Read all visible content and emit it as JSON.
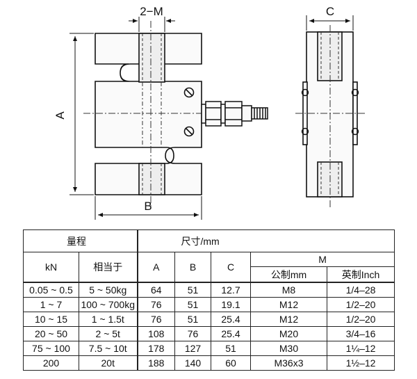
{
  "drawing": {
    "labels": {
      "A": "A",
      "B": "B",
      "C": "C",
      "M": "2−M"
    },
    "body_fill": "#fafafa",
    "line_color": "#111111"
  },
  "table": {
    "group_range": "量程",
    "group_size": "尺寸/mm",
    "col_kn": "kN",
    "col_equiv": "相当于",
    "col_a": "A",
    "col_b": "B",
    "col_c": "C",
    "col_m": "M",
    "col_metric": "公制mm",
    "col_imperial": "英制Inch",
    "rows": [
      [
        "0.05 ~ 0.5",
        "5 ~ 50kg",
        "64",
        "51",
        "12.7",
        "M8",
        "1/4–28"
      ],
      [
        "1 ~ 7",
        "100 ~ 700kg",
        "76",
        "51",
        "19.1",
        "M12",
        "1/2–20"
      ],
      [
        "10 ~ 15",
        "1 ~ 1.5t",
        "76",
        "51",
        "25.4",
        "M12",
        "1/2–20"
      ],
      [
        "20 ~ 50",
        "2 ~ 5t",
        "108",
        "76",
        "25.4",
        "M20",
        "3/4–16"
      ],
      [
        "75 ~ 100",
        "7.5 ~ 10t",
        "178",
        "127",
        "51",
        "M30",
        "1¼–12"
      ],
      [
        "200",
        "20t",
        "188",
        "140",
        "60",
        "M36x3",
        "1½–12"
      ]
    ]
  }
}
